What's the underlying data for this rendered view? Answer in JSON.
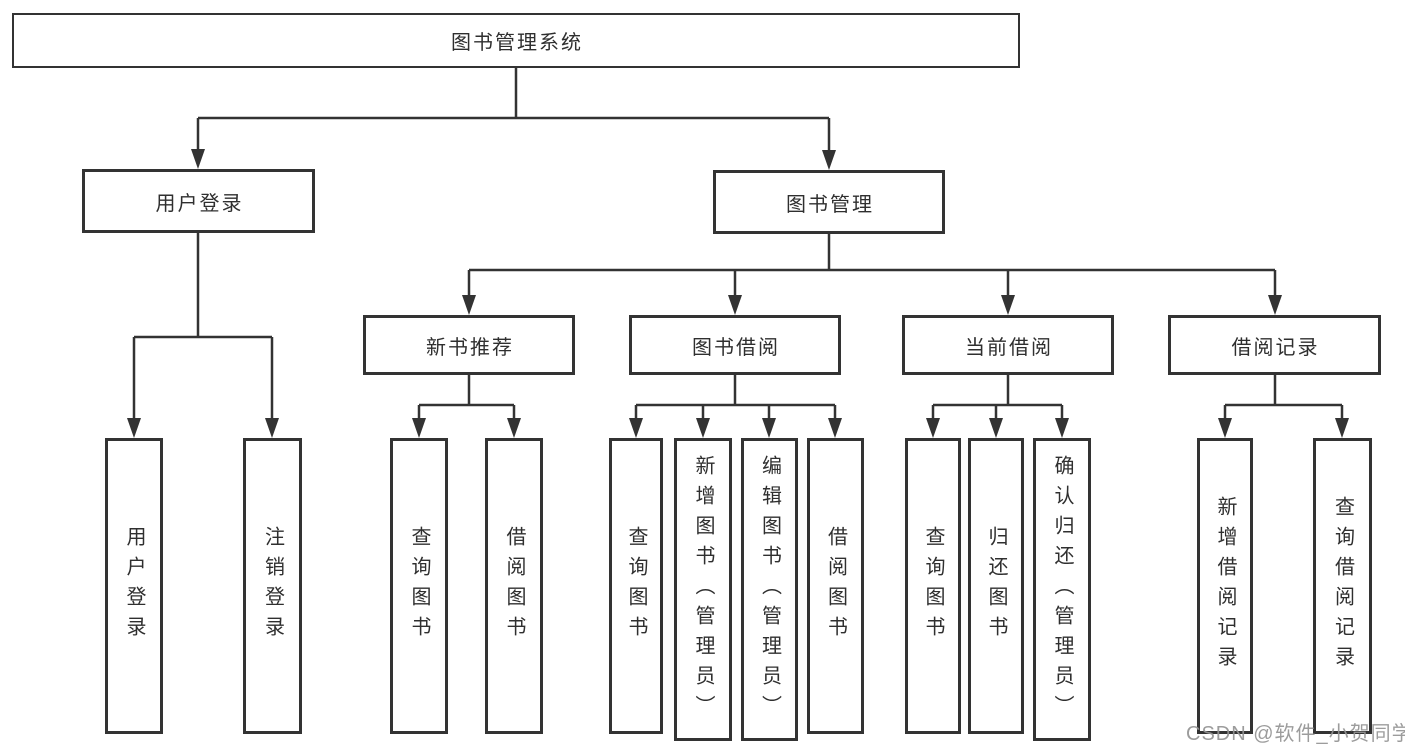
{
  "tree": {
    "label": "图书管理系统",
    "children": [
      {
        "label": "用户登录",
        "children": [
          {
            "label": "用户登录"
          },
          {
            "label": "注销登录"
          }
        ]
      },
      {
        "label": "图书管理",
        "children": [
          {
            "label": "新书推荐",
            "children": [
              {
                "label": "查询图书"
              },
              {
                "label": "借阅图书"
              }
            ]
          },
          {
            "label": "图书借阅",
            "children": [
              {
                "label": "查询图书"
              },
              {
                "label": "新增图书（管理员）"
              },
              {
                "label": "编辑图书（管理员）"
              },
              {
                "label": "借阅图书"
              }
            ]
          },
          {
            "label": "当前借阅",
            "children": [
              {
                "label": "查询图书"
              },
              {
                "label": "归还图书"
              },
              {
                "label": "确认归还（管理员）"
              }
            ]
          },
          {
            "label": "借阅记录",
            "children": [
              {
                "label": "新增借阅记录"
              },
              {
                "label": "查询借阅记录"
              }
            ]
          }
        ]
      }
    ]
  },
  "watermark": "CSDN @软件_小贺同学",
  "colors": {
    "line": "#333333",
    "box_border": "#333333",
    "box_fill": "#ffffff",
    "text": "#2f2f2f",
    "watermark": "#949494"
  }
}
